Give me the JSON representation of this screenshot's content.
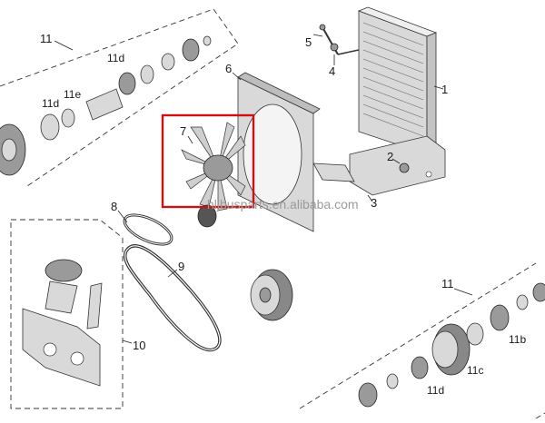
{
  "labels": {
    "l1": "1",
    "l2": "2",
    "l3": "3",
    "l4": "4",
    "l5": "5",
    "l6": "6",
    "l7": "7",
    "l8": "8",
    "l9": "9",
    "l10": "10",
    "l11_top": "11",
    "l11_right": "11",
    "l11d_top": "11d",
    "l11d_mid": "11d",
    "l11e": "11e",
    "l11b": "11b",
    "l11c": "11c",
    "l11d_bot": "11d"
  },
  "watermark": "hljbusparts.en.alibaba.com",
  "highlight_color": "#cc1111"
}
